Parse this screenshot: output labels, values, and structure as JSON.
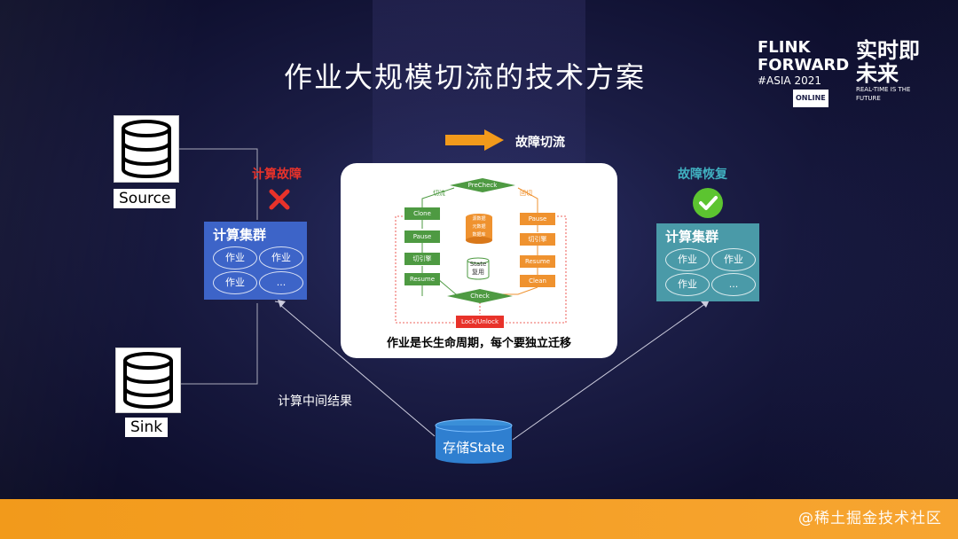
{
  "slide": {
    "title": "作业大规模切流的技术方案",
    "watermark": "@稀土掘金技术社区"
  },
  "brand": {
    "line1": "FLINK",
    "line2": "FORWARD",
    "line3": "#ASIA 2021",
    "online": "ONLINE",
    "cn": "实时即未来",
    "cn_sub": "REAL-TIME IS THE FUTURE"
  },
  "source": {
    "label": "Source"
  },
  "sink": {
    "label": "Sink"
  },
  "left_cluster": {
    "title": "计算集群",
    "jobs": [
      "作业",
      "作业",
      "作业",
      "..."
    ],
    "status": "计算故障"
  },
  "right_cluster": {
    "title": "计算集群",
    "jobs": [
      "作业",
      "作业",
      "作业",
      "..."
    ],
    "status": "故障恢复"
  },
  "failover": {
    "label": "故障切流"
  },
  "flow": {
    "precheck": "PreCheck",
    "left_branch": "切流",
    "right_branch": "回切",
    "left_steps": [
      "Clone",
      "Pause",
      "切引擎",
      "Resume"
    ],
    "right_steps": [
      "Pause",
      "切引擎",
      "Resume",
      "Clean"
    ],
    "state_reuse": [
      "State",
      "复用"
    ],
    "check": "Check",
    "lock": "Lock/Unlock",
    "meta_labels": [
      "源数据",
      "元数据",
      "数据库"
    ],
    "caption": "作业是长生命周期，每个要独立迁移"
  },
  "intermediate": {
    "label": "计算中间结果"
  },
  "state_store": {
    "label": "存储State"
  },
  "colors": {
    "cluster_left": "#3d64c8",
    "cluster_right": "#4a9aa8",
    "fail": "#e8322a",
    "ok": "#5cc430",
    "recover": "#40b0c0",
    "accent": "#f29a1b",
    "green_node": "#4e9a42",
    "orange_node": "#ef922f"
  }
}
